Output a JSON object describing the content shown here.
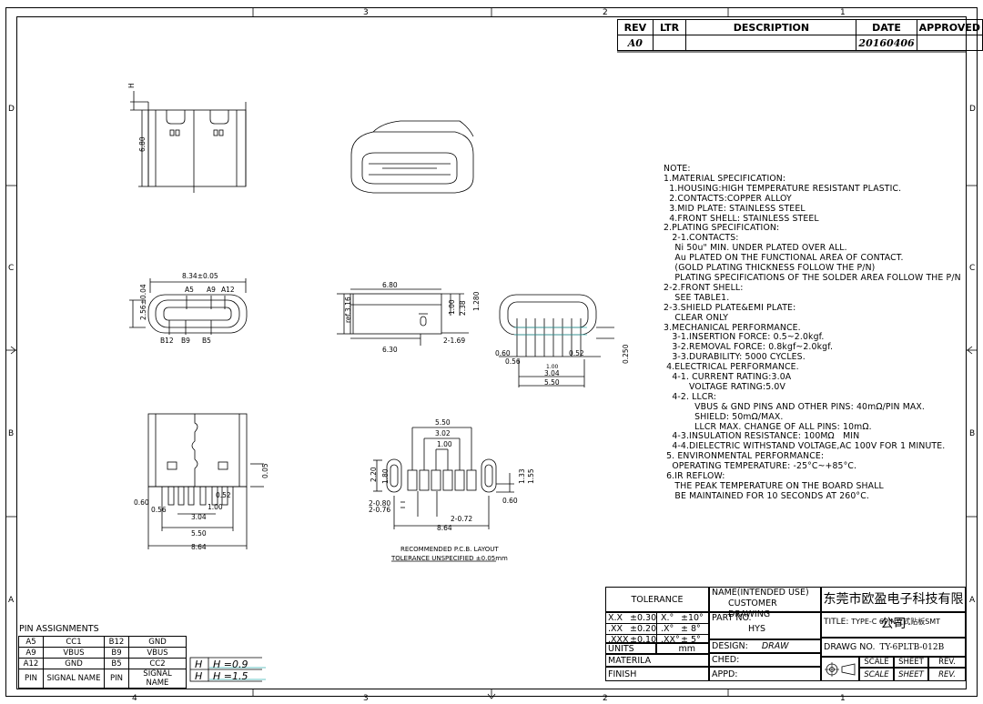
{
  "zones": {
    "top": [
      "3",
      "2",
      "1"
    ],
    "bottom": [
      "4",
      "3",
      "2",
      "1"
    ],
    "left": [
      "D",
      "C",
      "B",
      "A"
    ],
    "right": [
      "D",
      "C",
      "B",
      "A"
    ]
  },
  "revision_table": {
    "headers": [
      "REV",
      "LTR",
      "DESCRIPTION",
      "DATE",
      "APPROVED"
    ],
    "row": {
      "rev": "A0",
      "ltr": "",
      "description": "",
      "date": "20160406",
      "approved": ""
    }
  },
  "notes": [
    "NOTE:",
    "1.MATERIAL SPECIFICATION:",
    "  1.HOUSING:HIGH TEMPERATURE RESISTANT PLASTIC.",
    "  2.CONTACTS:COPPER ALLOY",
    "  3.MID PLATE: STAINLESS STEEL",
    "  4.FRONT SHELL: STAINLESS STEEL",
    "2.PLATING SPECIFICATION:",
    "   2-1.CONTACTS:",
    "    Ni 50u\" MIN. UNDER PLATED OVER ALL.",
    "    Au PLATED ON THE FUNCTIONAL AREA OF CONTACT.",
    "    (GOLD PLATING THICKNESS FOLLOW THE P/N)",
    "    PLATING SPECIFICATIONS OF THE SOLDER AREA FOLLOW THE P/N",
    "2-2.FRONT SHELL:",
    "    SEE TABLE1.",
    "2-3.SHIELD PLATE&EMI PLATE:",
    "    CLEAR ONLY",
    "3.MECHANICAL PERFORMANCE.",
    "   3-1.INSERTION FORCE: 0.5~2.0kgf.",
    "   3-2.REMOVAL FORCE: 0.8kgf~2.0kgf.",
    "   3-3.DURABILITY: 5000 CYCLES.",
    " 4.ELECTRICAL PERFORMANCE.",
    "   4-1. CURRENT RATING:3.0A",
    "         VOLTAGE RATING:5.0V",
    "   4-2. LLCR:",
    "           VBUS & GND PINS AND OTHER PINS: 40mΩ/PIN MAX.",
    "           SHIELD: 50mΩ/MAX.",
    "           LLCR MAX. CHANGE OF ALL PINS: 10mΩ.",
    "   4-3.INSULATION RESISTANCE: 100MΩ   MIN",
    "   4-4.DIELECTRIC WITHSTAND VOLTAGE,AC 100V FOR 1 MINUTE.",
    " 5. ENVIRONMENTAL PERFORMANCE:",
    "   OPERATING TEMPERATURE: -25°C~+85°C.",
    " 6.IR REFLOW:",
    "    THE PEAK TEMPERATURE ON THE BOARD SHALL",
    "    BE MAINTAINED FOR 10 SECONDS AT 260°C."
  ],
  "dimensions": {
    "side_h": "H",
    "side_680": "6.80",
    "front_width": "8.34±0.05",
    "front_height": "2.56±0.04",
    "pins_top": [
      "A5",
      "A9",
      "A12"
    ],
    "pins_bottom": [
      "B12",
      "B9",
      "B5"
    ],
    "mid_680": "6.80",
    "mid_316": "ref.3.16",
    "mid_100": "1.00",
    "mid_238": "2.38",
    "mid_1280": "1.280",
    "mid_630": "6.30",
    "mid_169": "2-1.69",
    "r_060": "0.60",
    "r_056": "0.56",
    "r_100": "1.00",
    "r_304": "3.04",
    "r_052": "0.52",
    "r_550": "5.50",
    "r_0250": "0.250",
    "b_005": "0.05",
    "b_060": "0.60",
    "b_056": "0.56",
    "b_052": "0.52",
    "b_100": "1.00",
    "b_304": "3.04",
    "b_550": "5.50",
    "b_864": "8.64",
    "p_550": "5.50",
    "p_302": "3.02",
    "p_100": "1.00",
    "p_220": "2.20",
    "p_180": "1.80",
    "p_133": "1.33",
    "p_155": "1.55",
    "p_080": "2-0.80",
    "p_076": "2-0.76",
    "p_060": "0.60",
    "p_072": "2-0.72",
    "p_864": "8.64",
    "pcb_caption": "RECOMMENDED  P.C.B. LAYOUT",
    "pcb_tolerance": "TOLERANCE UNSPECIFIED ±0.05mm"
  },
  "pin_assignments": {
    "title": "PIN ASSIGNMENTS",
    "rows": [
      [
        "A5",
        "CC1",
        "B12",
        "GND"
      ],
      [
        "A9",
        "VBUS",
        "B9",
        "VBUS"
      ],
      [
        "A12",
        "GND",
        "B5",
        "CC2"
      ],
      [
        "PIN",
        "SIGNAL NAME",
        "PIN",
        "SIGNAL NAME"
      ]
    ]
  },
  "h_table": [
    {
      "col1": "H",
      "col2": "H =0.9"
    },
    {
      "col1": "H",
      "col2": "H =1.5"
    }
  ],
  "title_block": {
    "tolerance": "TOLERANCE",
    "tol_rows": [
      [
        "X.X",
        "±0.30",
        "X.°",
        "±10°"
      ],
      [
        ".XX",
        "±0.20",
        ".X°",
        "±  8°"
      ],
      [
        ".XXX",
        "±0.10",
        ".XX°",
        "±  5°"
      ]
    ],
    "units_label": "UNITS",
    "units_value": "mm",
    "materila_label": "MATERILA",
    "finish_label": "FINISH",
    "name_label": "NAME(INTENDED USE)",
    "name_value": "CUSTOMER DRAWING",
    "company": "东莞市欧盈电子科技有限公司",
    "part_no_label": "PART NO.",
    "part_no_value": "HYS",
    "title_label": "TITLE:",
    "title_value": "TYPE-C 6PIN立式贴板SMT",
    "design_label": "DESIGN:",
    "design_value": "DRAW",
    "drawing_no_label": "DRAWG NO.",
    "drawing_no_value": "TY-6PLTB-012B",
    "ched_label": "CHED:",
    "appd_label": "APPD:",
    "scale_label": "SCALE",
    "sheet_label": "SHEET",
    "rev_label": "REV."
  }
}
